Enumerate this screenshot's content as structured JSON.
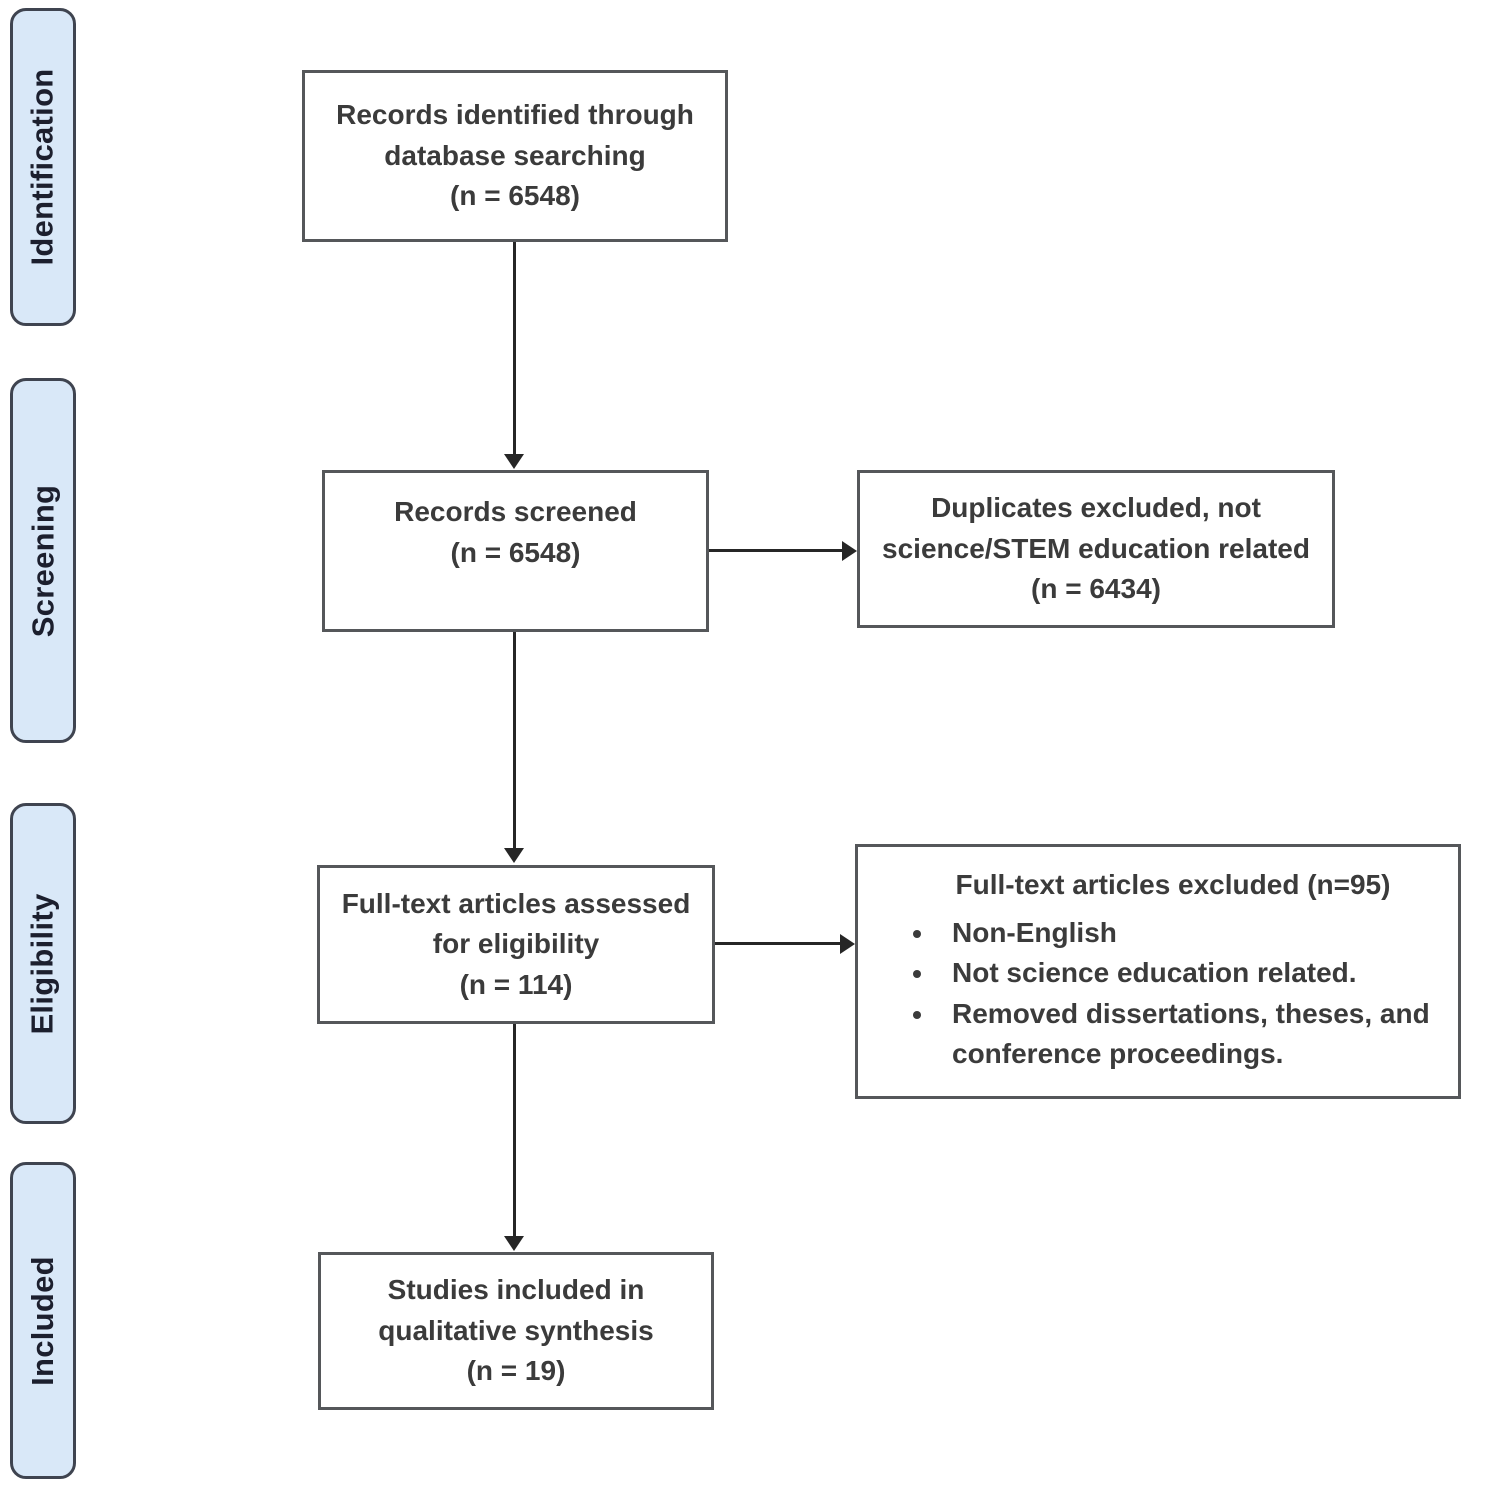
{
  "diagram": {
    "stages": [
      {
        "label": "Identification"
      },
      {
        "label": "Screening"
      },
      {
        "label": "Eligibility"
      },
      {
        "label": "Included"
      }
    ],
    "boxes": {
      "identified": "Records identified through\ndatabase searching\n(n = 6548)",
      "screened": "Records screened\n(n = 6548)",
      "duplicates_excluded": "Duplicates excluded, not\nscience/STEM education related\n(n = 6434)",
      "fulltext_assessed": "Full-text articles assessed\nfor eligibility\n(n = 114)",
      "fulltext_excluded": {
        "title": "Full-text articles excluded (n=95)",
        "bullets": [
          "Non-English",
          "Not science education related.",
          "Removed dissertations, theses, and conference proceedings."
        ]
      },
      "included": "Studies included in\nqualitative synthesis\n(n = 19)"
    },
    "colors": {
      "stage_fill": "#d9e8f8",
      "stage_border": "#3f4450",
      "box_border": "#55575a",
      "box_text": "#3b3b3b",
      "stage_text": "#1c1f2e",
      "arrow": "#262626",
      "background": "#ffffff"
    }
  }
}
